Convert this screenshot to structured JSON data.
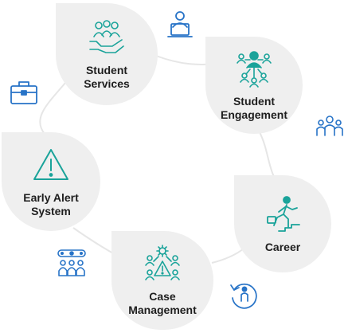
{
  "nodes": {
    "student_services": {
      "label": "Student\nServices",
      "icon": "people-in-hand-icon"
    },
    "student_engagement": {
      "label": "Student\nEngagement",
      "icon": "people-network-icon"
    },
    "early_alert": {
      "label": "Early Alert\nSystem",
      "icon": "warning-triangle-icon"
    },
    "career": {
      "label": "Career",
      "icon": "person-climbing-stairs-icon"
    },
    "case_management": {
      "label": "Case\nManagement",
      "icon": "gear-people-warning-icon"
    }
  },
  "satellites": [
    "laptop-user-icon",
    "briefcase-icon",
    "group-people-icon",
    "team-meeting-icon",
    "person-refresh-icon"
  ],
  "colors": {
    "teal": "#1aa39a",
    "blue": "#2773c7",
    "node_bg": "#efefef",
    "line": "#e6e6e6"
  }
}
